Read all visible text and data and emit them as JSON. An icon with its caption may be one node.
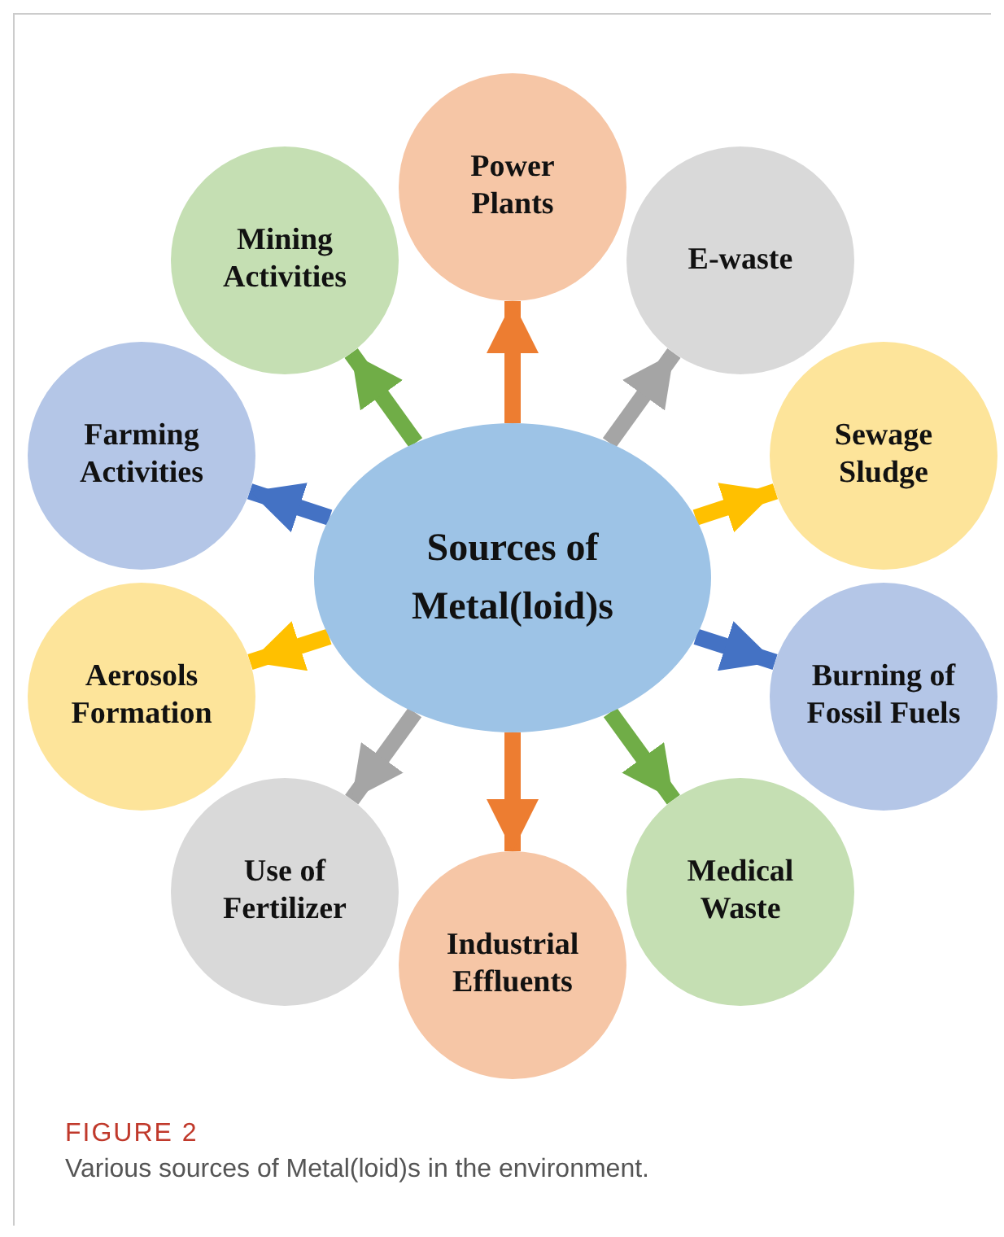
{
  "diagram": {
    "caption": "Various sources of Metal(loid)s in the environment.",
    "nodes": [
      {
        "text": [
          "Sources of Metal(loid)s"
        ]
      },
      {
        "text": [
          "Power Plants"
        ]
      },
      {
        "text": [
          "E-waste"
        ]
      },
      {
        "text": [
          "Sewage Sludge"
        ]
      },
      {
        "text": [
          "Burning of Fossil Fuels"
        ]
      },
      {
        "text": [
          "Medical Waste"
        ]
      },
      {
        "text": [
          "Industrial Effluents"
        ]
      },
      {
        "text": [
          "Use of Fertilizer"
        ]
      },
      {
        "text": [
          "Aerosols Formation"
        ]
      },
      {
        "text": [
          "Farming Activities"
        ]
      },
      {
        "text": [
          "Mining Activities"
        ]
      }
    ],
    "edges": [
      {
        "from": 0,
        "to": 1,
        "arrow": "to",
        "color": "#ed7d31"
      },
      {
        "from": 0,
        "to": 2,
        "arrow": "to",
        "color": "#a5a5a5"
      },
      {
        "from": 0,
        "to": 3,
        "arrow": "to",
        "color": "#ffc000"
      },
      {
        "from": 0,
        "to": 4,
        "arrow": "to",
        "color": "#4472c4"
      },
      {
        "from": 0,
        "to": 5,
        "arrow": "to",
        "color": "#70ad47"
      },
      {
        "from": 0,
        "to": 6,
        "arrow": "to",
        "color": "#ed7d31"
      },
      {
        "from": 0,
        "to": 7,
        "arrow": "to",
        "color": "#a5a5a5"
      },
      {
        "from": 0,
        "to": 8,
        "arrow": "to",
        "color": "#ffc000"
      },
      {
        "from": 0,
        "to": 9,
        "arrow": "to",
        "color": "#4472c4"
      },
      {
        "from": 0,
        "to": 10,
        "arrow": "to",
        "color": "#70ad47"
      }
    ],
    "labels": [
      "FIGURE 2"
    ]
  }
}
